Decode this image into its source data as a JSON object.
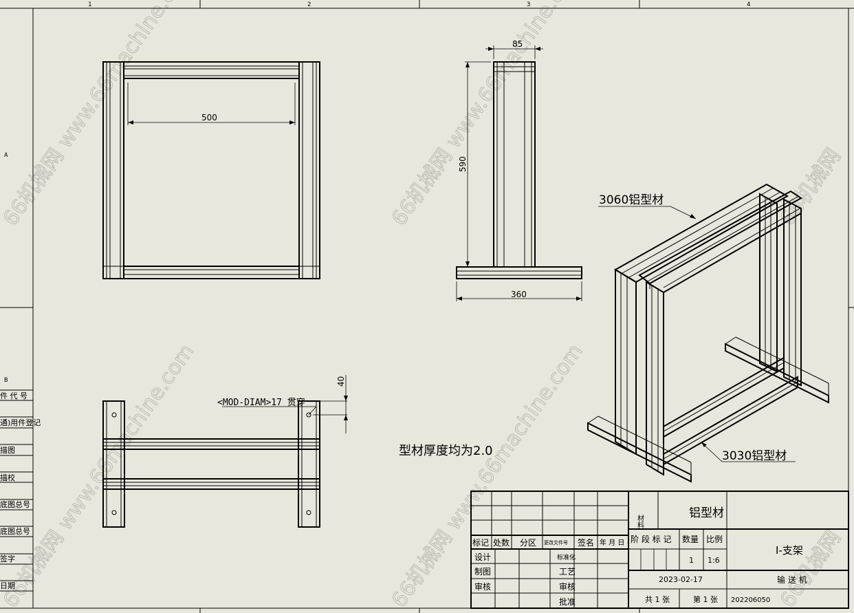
{
  "sheet": {
    "zone_columns": [
      "1",
      "2",
      "3",
      "4"
    ],
    "zone_rows": [
      "A",
      "B"
    ]
  },
  "side_table": {
    "rows": [
      "件 代 号",
      "通)用件登记",
      "描图",
      "描校",
      "底图总号",
      "底图总号",
      "签字",
      "日期"
    ]
  },
  "views": {
    "front": {
      "width_dim": "500"
    },
    "side": {
      "top_dim": "85",
      "height_dim": "590",
      "base_dim": "360"
    },
    "top": {
      "hole_note": "<MOD-DIAM>17 贯穿",
      "offset_dim": "40"
    },
    "iso": {
      "label_upper": "3060铝型材",
      "label_lower": "3030铝型材"
    }
  },
  "note": "型材厚度均为2.0",
  "title_block": {
    "revision_headers": [
      "标记",
      "处数",
      "分区",
      "更改文件号",
      "签名",
      "年 月 日"
    ],
    "sign_labels": [
      "设计",
      "制图",
      "审核"
    ],
    "approval_labels": [
      "标准化",
      "工艺",
      "审核",
      "批准"
    ],
    "material_label": "材料",
    "material": "铝型材",
    "stage_label": "阶 段 标 记",
    "qty_label": "数量",
    "scale_label": "比例",
    "qty": "1",
    "scale": "1:6",
    "date": "2023-02-17",
    "sheets_total": "共 1 张",
    "sheet_no": "第 1 张",
    "part_name": "I-支架",
    "assembly": "输 送 机",
    "drawing_no": "202206050"
  },
  "watermark": [
    "66机械网",
    "www.66machine.com"
  ]
}
